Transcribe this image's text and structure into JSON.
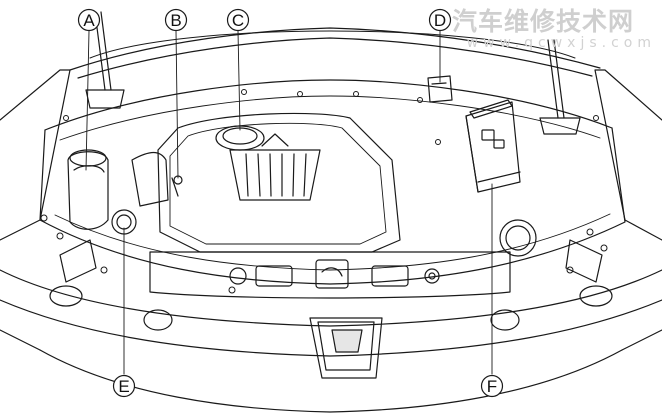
{
  "watermark": {
    "title": "汽车维修技术网",
    "url": "www.qcwxjs.com"
  },
  "callouts": [
    {
      "id": "A",
      "label": "A"
    },
    {
      "id": "B",
      "label": "B"
    },
    {
      "id": "C",
      "label": "C"
    },
    {
      "id": "D",
      "label": "D"
    },
    {
      "id": "E",
      "label": "E"
    },
    {
      "id": "F",
      "label": "F"
    }
  ],
  "colors": {
    "line": "#1a1a1a",
    "background": "#ffffff",
    "shade": "#e6e6e6",
    "watermark": "#cfcfcf"
  }
}
